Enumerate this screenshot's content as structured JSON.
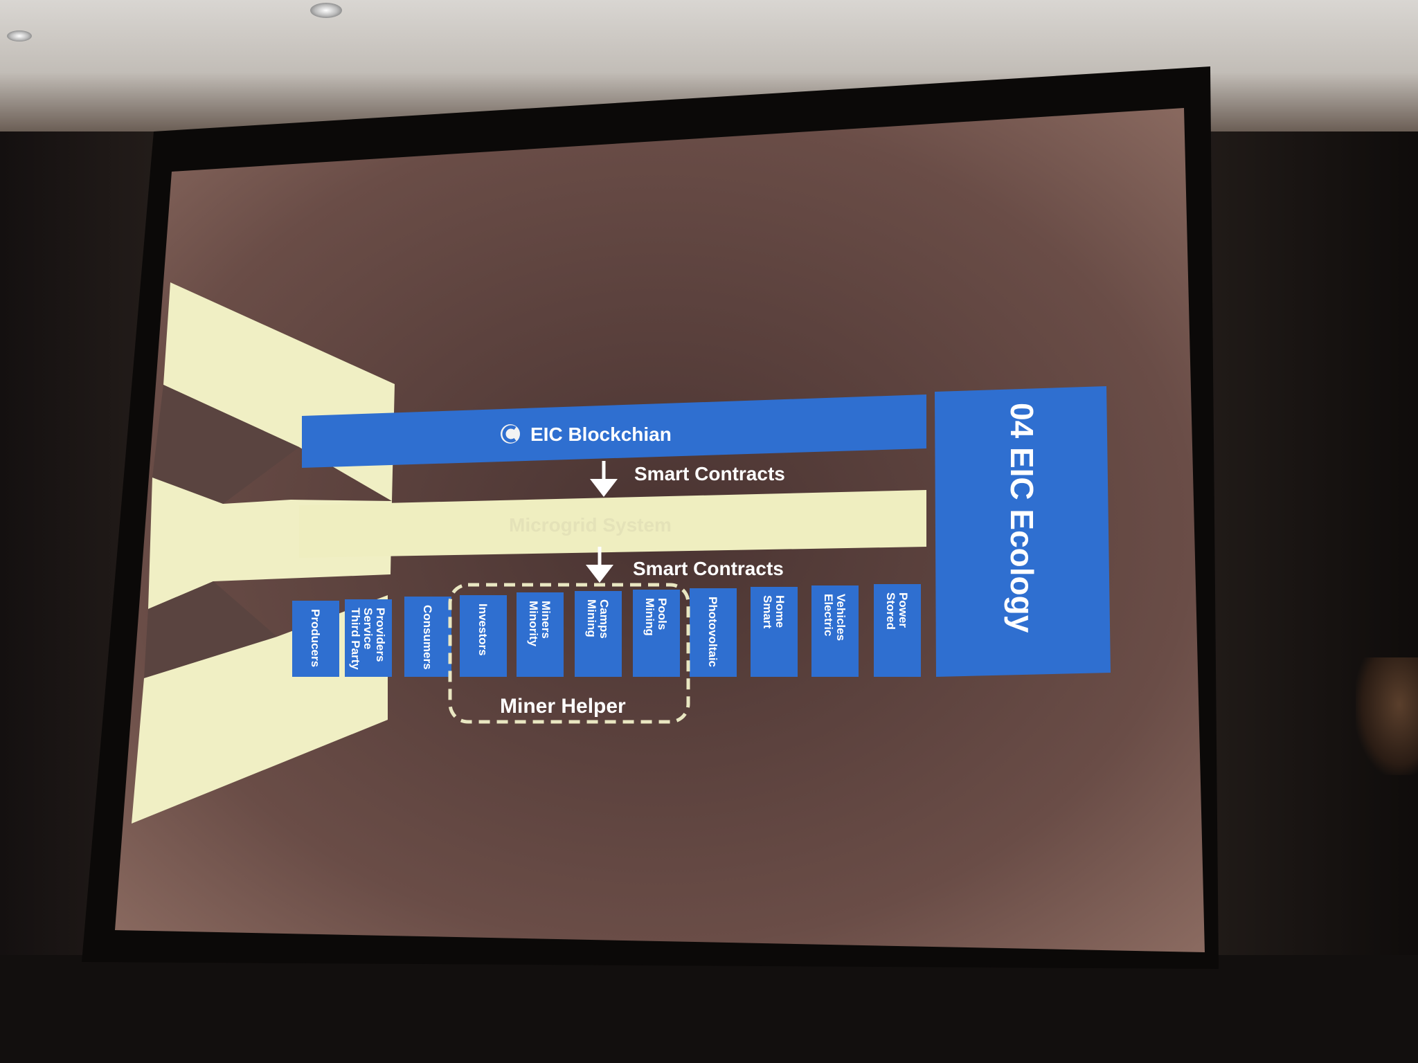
{
  "slide": {
    "blockchain_label": "EIC Blockchian",
    "smart_contracts_top": "Smart Contracts",
    "microgrid_label": "Microgrid System",
    "smart_contracts_bottom": "Smart Contracts",
    "ecology_label": "04 EIC Ecology",
    "miner_helper_label": "Miner Helper",
    "columns": [
      "Producers",
      "Third Party Service Providers",
      "Consumers",
      "Investors",
      "Minority Miners",
      "Mining Camps",
      "Mining Pools",
      "Photovoltaic",
      "Smart Home",
      "Electric Vehicles",
      "Stored Power"
    ]
  },
  "colors": {
    "blue": "#2f6fd0",
    "cream": "#efeec0",
    "screen": "#5a4440",
    "dash": "#e9e7c2"
  }
}
